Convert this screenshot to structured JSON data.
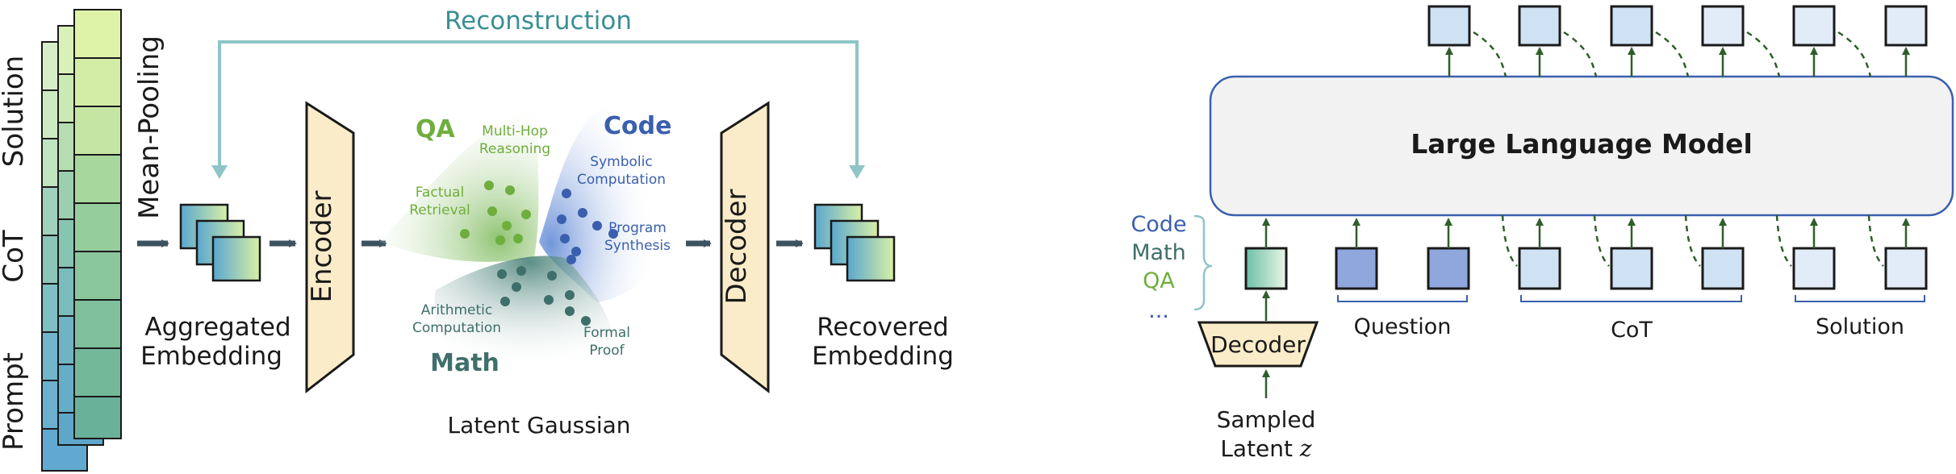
{
  "left": {
    "stack_labels": {
      "prompt": "Prompt",
      "cot": "CoT",
      "solution": "Solution"
    },
    "mean_pooling": "Mean-Pooling",
    "reconstruction": "Reconstruction",
    "aggregated": [
      "Aggregated",
      "Embedding"
    ],
    "encoder": "Encoder",
    "decoder": "Decoder",
    "recovered": [
      "Recovered",
      "Embedding"
    ],
    "latent_gaussian": "Latent Gaussian",
    "clusters": {
      "qa": {
        "title": "QA",
        "color": "#6fae3d",
        "items": [
          [
            "Multi-Hop",
            "Reasoning"
          ],
          [
            "Factual",
            "Retrieval"
          ]
        ]
      },
      "code": {
        "title": "Code",
        "color": "#3a5fae",
        "items": [
          [
            "Symbolic",
            "Computation"
          ],
          [
            "Program",
            "Synthesis"
          ]
        ]
      },
      "math": {
        "title": "Math",
        "color": "#3f6f6a",
        "items": [
          [
            "Arithmetic",
            "Computation"
          ],
          [
            "Formal",
            "Proof"
          ]
        ]
      }
    }
  },
  "right": {
    "llm": "Large Language Model",
    "domains": [
      {
        "label": "Code",
        "color": "#3a5fae"
      },
      {
        "label": "Math",
        "color": "#3f6f6a"
      },
      {
        "label": "QA",
        "color": "#6fae3d"
      },
      {
        "label": "...",
        "color": "#3a5fae"
      }
    ],
    "decoder": "Decoder",
    "sampled": "Sampled",
    "latent": "Latent",
    "latent_var": "z",
    "groups": {
      "question": "Question",
      "cot": "CoT",
      "solution": "Solution"
    }
  },
  "colors": {
    "arrow": "#3d5260",
    "reconstruction_line": "#8fc5c8",
    "reconstruction_text": "#3a8f93",
    "encoder_fill": "#fbecc9",
    "llm_fill": "#f2f2f2",
    "llm_stroke": "#3a5fae",
    "token_light": "#cfe2f3",
    "token_dark": "#8fa7dd",
    "green_arrow": "#2f5e2a"
  }
}
